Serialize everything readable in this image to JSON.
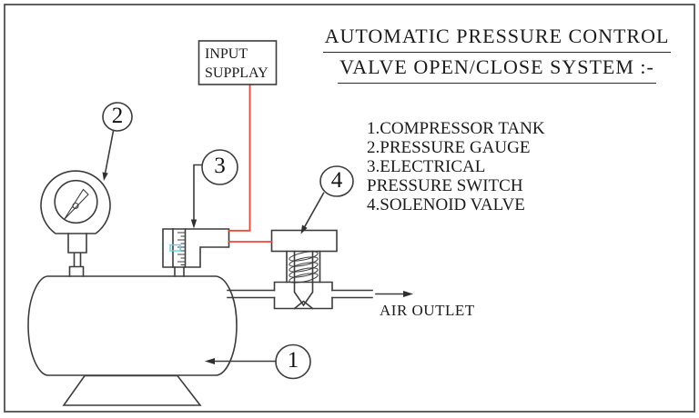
{
  "title": {
    "line1": "AUTOMATIC PRESSURE CONTROL",
    "line2": "VALVE OPEN/CLOSE SYSTEM :-"
  },
  "input_supply": {
    "line1": "INPUT",
    "line2": "SUPPLAY"
  },
  "legend": {
    "items": [
      {
        "label": "1.COMPRESSOR TANK"
      },
      {
        "label": "2.PRESSURE GAUGE"
      },
      {
        "label": "3.ELECTRICAL PRESSURE SWITCH"
      },
      {
        "label": "4.SOLENOID VALVE"
      }
    ]
  },
  "balloons": {
    "tank": "1",
    "gauge": "2",
    "switch": "3",
    "valve": "4"
  },
  "air_outlet_label": "AIR OUTLET",
  "colors": {
    "line": "#3c3c3c",
    "wire_red": "#ee4638",
    "switch_highlight_cyan": "#5ad6e0",
    "background": "#ffffff",
    "text": "#1b1b1b"
  }
}
